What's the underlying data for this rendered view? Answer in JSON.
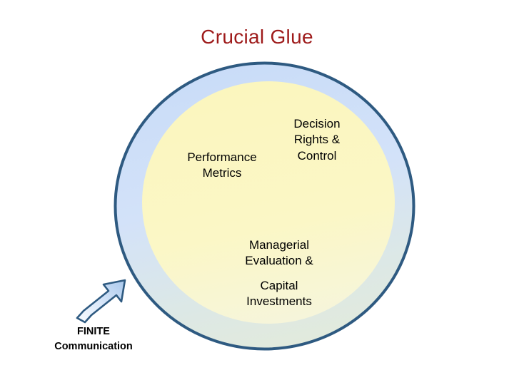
{
  "slide": {
    "title": "Crucial Glue",
    "title_color": "#9E1B1B",
    "background_color": "#FFFFFF"
  },
  "diagram": {
    "name": "crucial-glue-circle",
    "shape": "circle",
    "ring_color_top": "#CFE0F9",
    "ring_color_bottom": "#DCE6DC",
    "ring_outline_color": "#2E5A81",
    "inner_fill_top": "#FBF7C3",
    "inner_fill_bottom": "#F7F6DC",
    "labels": [
      {
        "id": "performance-metrics",
        "text": "Performance\nMetrics"
      },
      {
        "id": "decision-rights-control",
        "text": "Decision\nRights &\nControl"
      },
      {
        "id": "managerial-evaluation",
        "text": "Managerial\nEvaluation &"
      },
      {
        "id": "capital-investments",
        "text": "Capital\nInvestments"
      }
    ]
  },
  "callout": {
    "arrow": {
      "icon": "arrow-up-right-icon",
      "fill_light": "#EAF2FD",
      "fill_dark": "#A9C8EC",
      "outline_color": "#2E5A81",
      "direction": "up-right"
    },
    "caption_line1": "FINITE",
    "caption_line2": "Communication"
  }
}
